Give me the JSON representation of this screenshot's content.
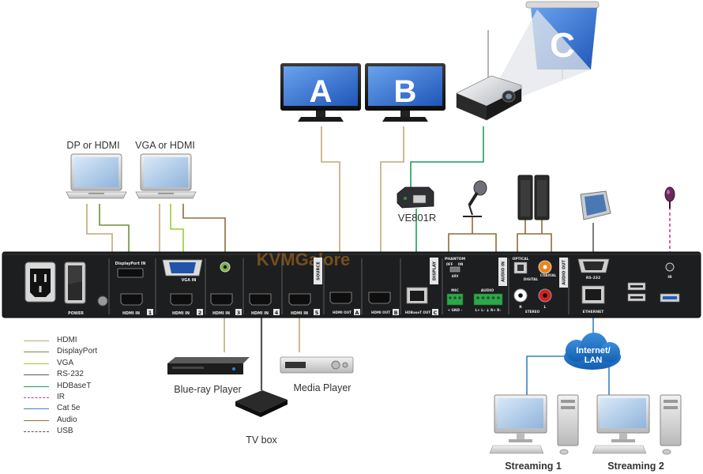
{
  "watermark": "KVMGalore",
  "colors": {
    "hdmi": "#c3a67a",
    "displayport": "#6e8f3c",
    "vga": "#9acd32",
    "rs232": "#5a5a5a",
    "hdbaset": "#1e9e5a",
    "ir": "#d43c8e",
    "cat5e": "#3a80c4",
    "audio": "#8a6e3c",
    "usb": "#555555",
    "panel": "#1d1e20",
    "screen_blue": "#2f6fd0"
  },
  "sources": {
    "laptop1_label": "DP or HDMI",
    "laptop2_label": "VGA or HDMI",
    "bluray_label": "Blue-ray Player",
    "tvbox_label": "TV box",
    "media_player_label": "Media Player"
  },
  "displays": {
    "a_letter": "A",
    "b_letter": "B",
    "c_letter": "C",
    "receiver_label": "VE801R"
  },
  "network": {
    "cloud_label_line1": "Internet/",
    "cloud_label_line2": "LAN",
    "streaming1_label": "Streaming 1",
    "streaming2_label": "Streaming 2"
  },
  "panel": {
    "power": "POWER",
    "displayport_in": "DisplayPort  IN",
    "vga_in": "VGA  IN",
    "hdmi_in_1": "HDMI  IN",
    "hdmi_in_2": "HDMI  IN",
    "hdmi_in_3": "HDMI  IN",
    "hdmi_in_4": "HDMI  IN",
    "hdmi_in_5": "HDMI  IN",
    "num_1": "1",
    "num_2": "2",
    "num_3": "3",
    "num_4": "4",
    "num_5": "5",
    "source_tab": "SOURCE",
    "hdmi_out_a": "HDMI OUT",
    "hdmi_out_b": "HDMI OUT",
    "letter_a": "A",
    "letter_b": "B",
    "hdbaset_out": "HDBaseT OUT",
    "letter_c": "C",
    "display_tab": "DISPLAY",
    "phantom": "PHANTOM",
    "off": "OFF",
    "on": "ON",
    "v48": "48V",
    "mic": "MIC",
    "gnd": "+ GND –",
    "audio": "AUDIO",
    "audio_pins": "L+ L–  ⏚  R+ R–",
    "audio_in_tab": "AUDIO IN",
    "optical": "OPTICAL",
    "digital": "DIGITAL",
    "coaxial": "COAXIAL",
    "r": "R",
    "l": "L",
    "stereo": "STEREO",
    "audio_out_tab": "AUDIO OUT",
    "rs232": "RS-232",
    "ethernet": "ETHERNET",
    "ir": "IR"
  },
  "legend": [
    {
      "label": "HDMI",
      "color": "#c3a67a",
      "style": "solid"
    },
    {
      "label": "DisplayPort",
      "color": "#6e8f3c",
      "style": "solid"
    },
    {
      "label": "VGA",
      "color": "#9acd32",
      "style": "solid"
    },
    {
      "label": "RS-232",
      "color": "#5a5a5a",
      "style": "solid"
    },
    {
      "label": "HDBaseT",
      "color": "#1e9e5a",
      "style": "solid"
    },
    {
      "label": "IR",
      "color": "#d43c8e",
      "style": "dashed"
    },
    {
      "label": "Cat 5e",
      "color": "#3a80c4",
      "style": "solid"
    },
    {
      "label": "Audio",
      "color": "#8a6e3c",
      "style": "solid"
    },
    {
      "label": "USB",
      "color": "#555555",
      "style": "dashed"
    }
  ]
}
